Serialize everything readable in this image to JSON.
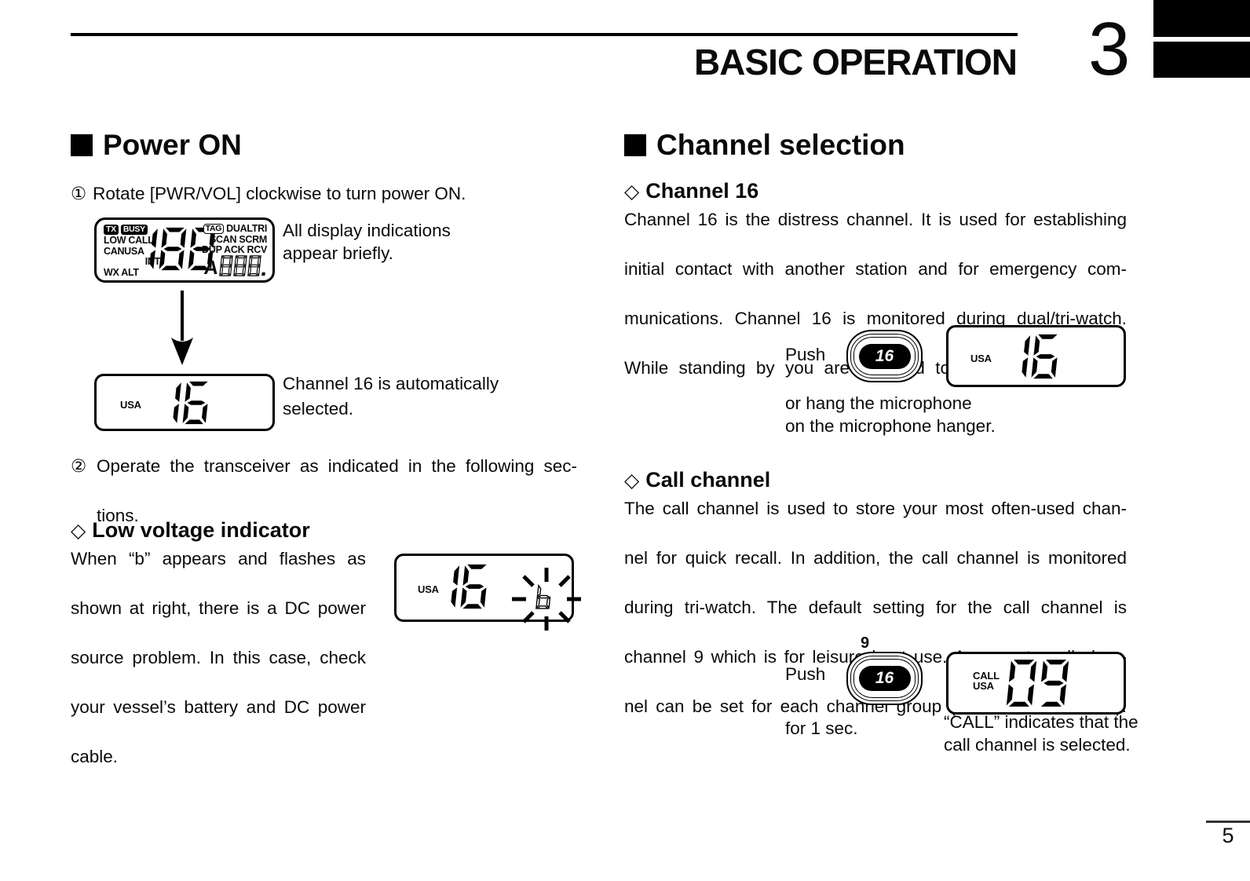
{
  "page": {
    "chapter_number": "3",
    "title": "BASIC OPERATION",
    "page_number": "5"
  },
  "power_on": {
    "heading": "Power ON",
    "step1_num": "①",
    "step1": "Rotate [PWR/VOL] clockwise to turn power ON.",
    "lcd_all": {
      "badges": [
        "TX",
        "BUSY"
      ],
      "left_rows": [
        "LOW CALL",
        "CANUSA",
        "INT",
        "WX ALT"
      ],
      "digits": "188",
      "tag_badge": "TAG",
      "right_row1": "DUALTRI",
      "right_rows": [
        "SCAN  SCRM",
        "DUP ACK RCV"
      ],
      "sub_prefix": "A",
      "sub_digits": "888."
    },
    "caption_all_lines": [
      "All display indications",
      "appear briefly."
    ],
    "lcd_ch16": {
      "band": "USA",
      "digits": "16"
    },
    "caption_ch16_lines": [
      "Channel 16 is automatically",
      "selected."
    ],
    "step2_num": "②",
    "step2_lines": [
      "Operate the transceiver as indicated in the following sec-",
      "tions."
    ]
  },
  "low_voltage": {
    "diamond": "◇",
    "heading": "Low voltage indicator",
    "body_lines": [
      "When “b” appears and flashes as",
      "shown at right, there is a DC power",
      "source problem. In this case, check",
      "your vessel’s battery and DC power",
      "cable."
    ],
    "lcd": {
      "band": "USA",
      "digits": "16",
      "flash_digit": "b"
    }
  },
  "channel_selection": {
    "heading": "Channel selection",
    "channel16": {
      "diamond": "◇",
      "heading": "Channel 16",
      "body_lines": [
        "Channel 16 is the distress channel. It is used for establishing",
        "initial contact with another station and for emergency com-",
        "munications. Channel 16 is monitored during dual/tri-watch.",
        "While standing by you are required to monitor channel 16."
      ],
      "push_label": "Push",
      "button_label": "16",
      "lcd": {
        "band": "USA",
        "digits": "16"
      },
      "hang_lines": [
        "or hang the microphone",
        "on the microphone hanger."
      ]
    },
    "call_channel": {
      "diamond": "◇",
      "heading": "Call channel",
      "body_lines": [
        "The call channel is used to store your most often-used chan-",
        "nel for quick recall. In addition, the call channel is monitored",
        "during tri-watch. The default setting for the call channel is",
        "channel 9 which is for leisure boat use. A separate call chan-",
        "nel can be set for each channel group (USA, CAN and INT)."
      ],
      "push_label": "Push",
      "button_super": "9",
      "button_label": "16",
      "lcd": {
        "band_rows": [
          "CALL",
          "USA"
        ],
        "digits": "09"
      },
      "push_caption": "for 1 sec.",
      "call_note_lines": [
        "“CALL” indicates that the",
        "call channel is selected."
      ]
    }
  }
}
